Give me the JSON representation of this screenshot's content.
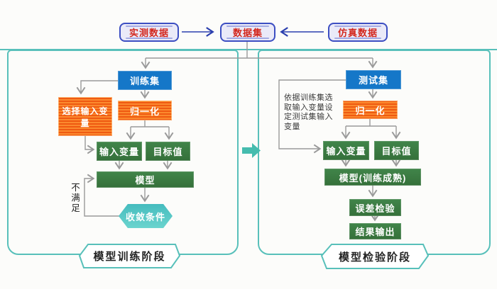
{
  "top": {
    "measured": "实测数据",
    "dataset": "数据集",
    "simulated": "仿真数据"
  },
  "left": {
    "label": "模型训练阶段",
    "training_set": "训练集",
    "select_inputs": "选择输入变量",
    "normalize": "归一化",
    "input_vars": "输入变量",
    "target": "目标值",
    "model": "模型",
    "convergence": "收敛条件",
    "not_satisfied": "不满足"
  },
  "right": {
    "label": "模型检验阶段",
    "test_set": "测试集",
    "normalize": "归一化",
    "note": "依据训练集选取输入变量设定测试集输入变量",
    "input_vars": "输入变量",
    "target": "目标值",
    "model": "模型(训练成熟)",
    "error_check": "误差检验",
    "output": "结果输出"
  },
  "colors": {
    "container_border": "#58c0ba",
    "blue_box": "#1577c8",
    "orange_box": "#f2641a",
    "green_box": "#3a7a40",
    "hexagon": "#4ec7c3",
    "block_arrow": "#45bcae",
    "tag_fill": "#eaeaf8",
    "tag_border": "#3c4ec2",
    "tag_text": "#d3281e",
    "wire_gray": "#9a9a9a",
    "wire_blue": "#2b3fae"
  }
}
